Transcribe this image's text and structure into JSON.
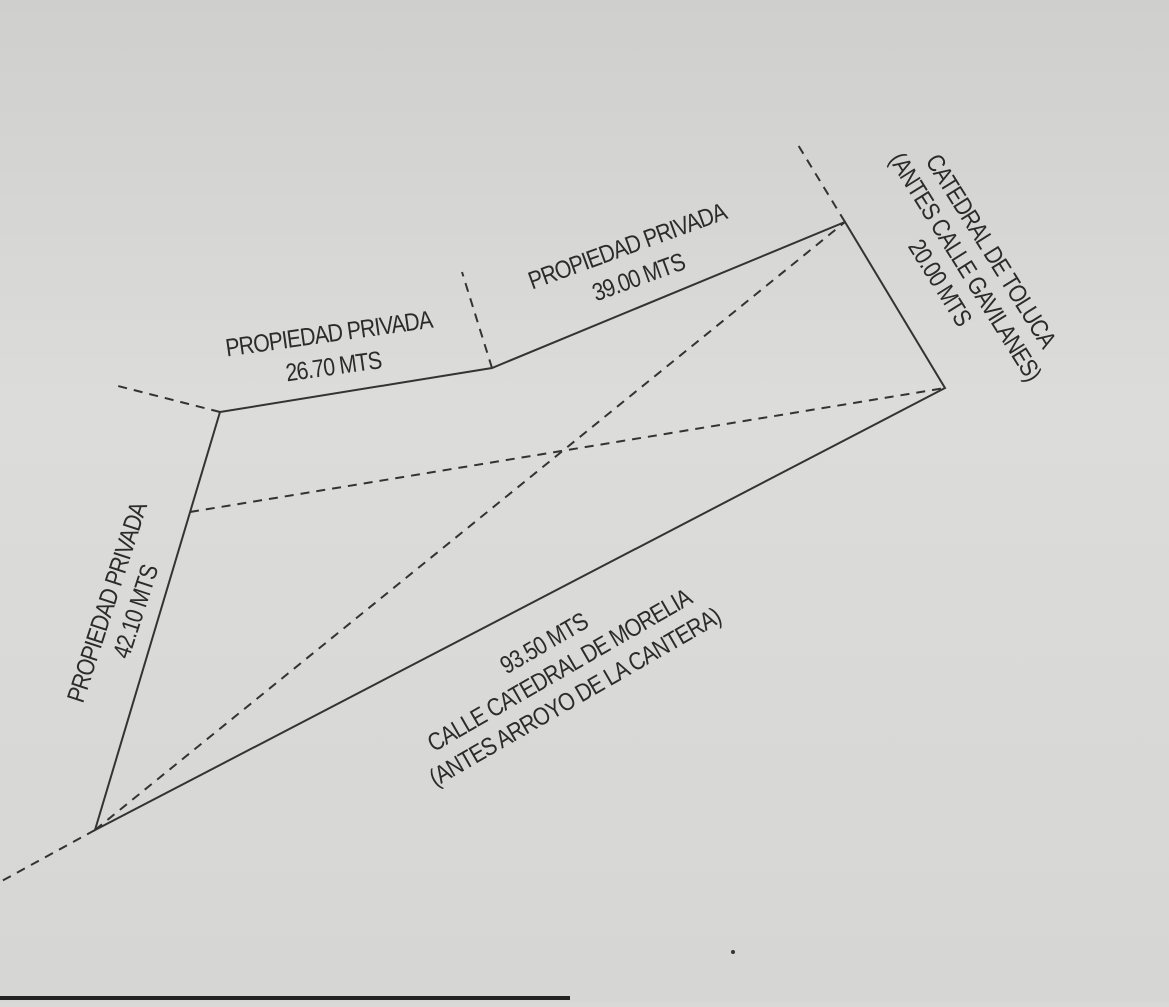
{
  "labels": {
    "north_west": {
      "owner": "PROPIEDAD PRIVADA",
      "length": "26.70 MTS"
    },
    "north_east": {
      "owner": "PROPIEDAD PRIVADA",
      "length": "39.00 MTS"
    },
    "east": {
      "street": "CATEDRAL DE TOLUCA",
      "former": "(ANTES CALLE GAVILANES)",
      "length": "20.00 MTS"
    },
    "west": {
      "owner": "PROPIEDAD PRIVADA",
      "length": "42.10 MTS"
    },
    "south": {
      "length": "93.50 MTS",
      "street": "CALLE CATEDRAL DE MORELIA",
      "former": "(ANTES ARROYO DE LA CANTERA)"
    }
  }
}
